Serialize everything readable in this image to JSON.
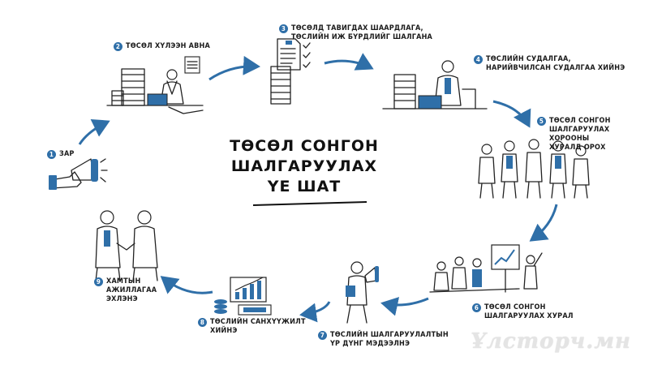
{
  "title": {
    "line1": "ТӨСӨЛ СОНГОН",
    "line2": "ШАЛГАРУУЛАХ",
    "line3": "ҮЕ ШАТ"
  },
  "steps": [
    {
      "num": "1",
      "text": "ЗАР"
    },
    {
      "num": "2",
      "text": "ТӨСӨЛ ХҮЛЭЭН АВНА"
    },
    {
      "num": "3",
      "text": "ТӨСӨЛД ТАВИГДАХ ШААРДЛАГА,\nТӨСЛИЙН ИЖ БҮРДЛИЙГ ШАЛГАНА"
    },
    {
      "num": "4",
      "text": "ТӨСЛИЙН СУДАЛГАА,\nНАРИЙВЧИЛСАН СУДАЛГАА ХИЙНЭ"
    },
    {
      "num": "5",
      "text": "ТӨСӨЛ СОНГОН\nШАЛГАРУУЛАХ ХОРООНЫ\nХУРАЛД ОРОХ"
    },
    {
      "num": "6",
      "text": "ТӨСӨЛ СОНГОН\nШАЛГАРУУЛАХ ХУРАЛ"
    },
    {
      "num": "7",
      "text": "ТӨСЛИЙН ШАЛГАРУУЛАЛТЫН\nҮР ДҮНГ МЭДЭЭЛНЭ"
    },
    {
      "num": "8",
      "text": "ТӨСЛИЙН САНХҮҮЖИЛТ\nХИЙНЭ"
    },
    {
      "num": "9",
      "text": "ХАМТЫН\nАЖИЛЛАГАА\nЭХЛЭНЭ"
    }
  ],
  "watermark": "Ұлсторч.мн",
  "colors": {
    "accent": "#2f6fa8",
    "ink": "#1b1b1b"
  }
}
